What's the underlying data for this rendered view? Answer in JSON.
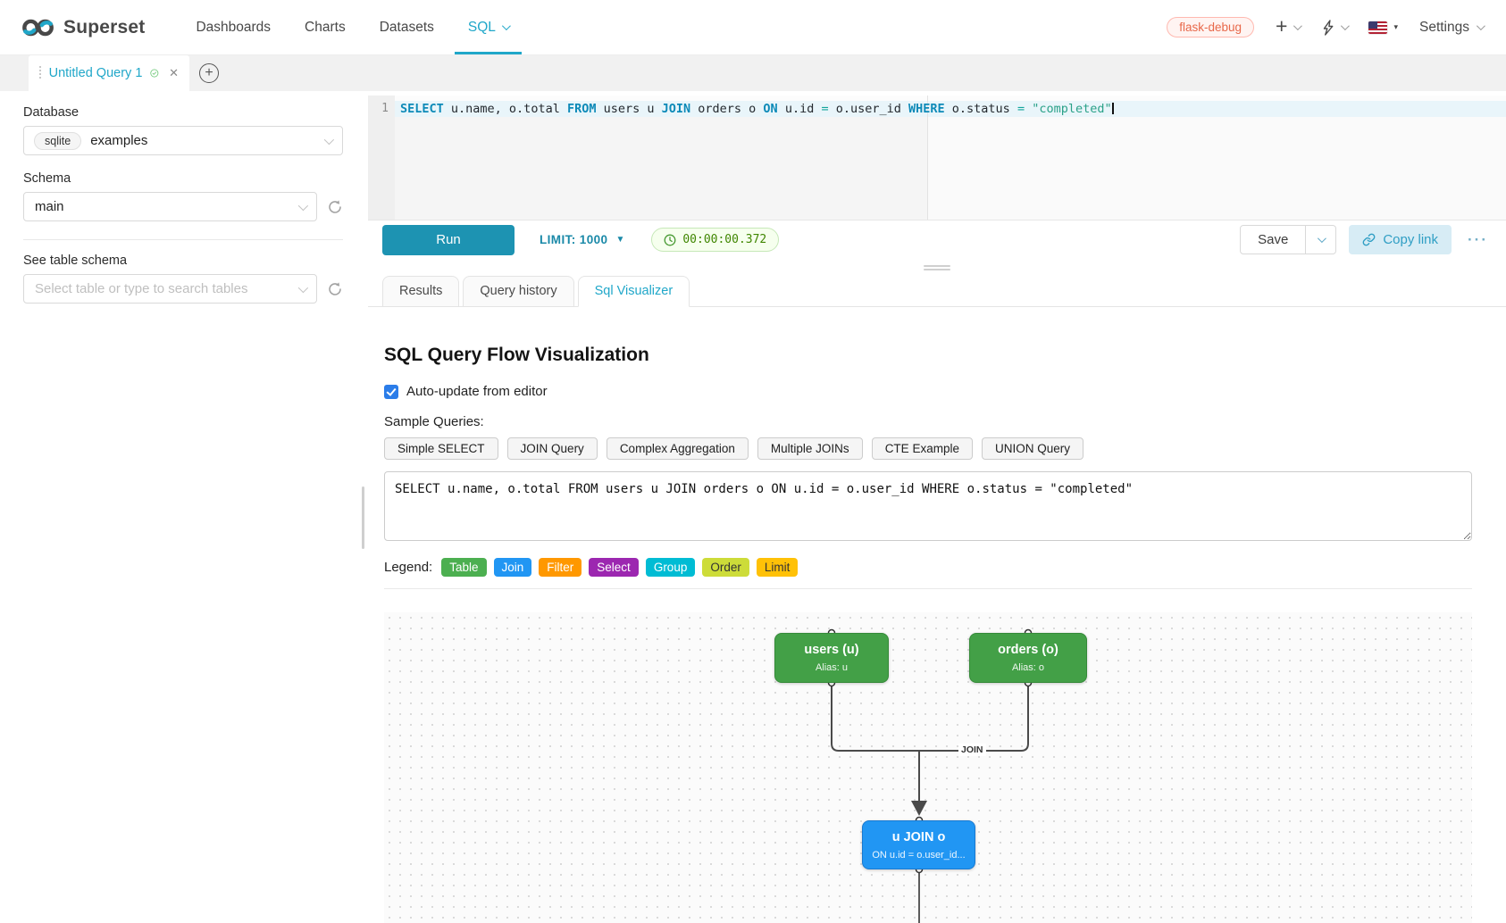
{
  "navbar": {
    "brand": "Superset",
    "menu": [
      {
        "label": "Dashboards"
      },
      {
        "label": "Charts"
      },
      {
        "label": "Datasets"
      },
      {
        "label": "SQL"
      }
    ],
    "env_tag": "flask-debug",
    "plus_glyph": "+",
    "settings_label": "Settings"
  },
  "tabstrip": {
    "tab_title": "Untitled Query 1"
  },
  "sidebar": {
    "database_label": "Database",
    "db_engine": "sqlite",
    "db_name": "examples",
    "schema_label": "Schema",
    "schema_value": "main",
    "table_label": "See table schema",
    "table_placeholder": "Select table or type to search tables"
  },
  "editor": {
    "line_number": "1",
    "tokens": [
      {
        "text": "SELECT",
        "type": "kw"
      },
      {
        "text": " u.name, o.total ",
        "type": "plain"
      },
      {
        "text": "FROM",
        "type": "kw"
      },
      {
        "text": " users u ",
        "type": "plain"
      },
      {
        "text": "JOIN",
        "type": "kw"
      },
      {
        "text": " orders o ",
        "type": "plain"
      },
      {
        "text": "ON",
        "type": "kw"
      },
      {
        "text": " u.id ",
        "type": "plain"
      },
      {
        "text": "=",
        "type": "op"
      },
      {
        "text": " o.user_id ",
        "type": "plain"
      },
      {
        "text": "WHERE",
        "type": "kw"
      },
      {
        "text": " o.status ",
        "type": "plain"
      },
      {
        "text": "=",
        "type": "op"
      },
      {
        "text": " \"completed\"",
        "type": "str"
      }
    ]
  },
  "toolbar": {
    "run_label": "Run",
    "limit_label": "LIMIT:",
    "limit_value": "1000",
    "timer": "00:00:00.372",
    "save_label": "Save",
    "copy_link_label": "Copy link",
    "more_glyph": "···"
  },
  "result_tabs": [
    {
      "label": "Results"
    },
    {
      "label": "Query history"
    },
    {
      "label": "Sql Visualizer"
    }
  ],
  "visualizer": {
    "title": "SQL Query Flow Visualization",
    "auto_update_label": "Auto-update from editor",
    "sample_label": "Sample Queries:",
    "samples": [
      "Simple SELECT",
      "JOIN Query",
      "Complex Aggregation",
      "Multiple JOINs",
      "CTE Example",
      "UNION Query"
    ],
    "query_text": "SELECT u.name, o.total FROM users u JOIN orders o ON u.id = o.user_id WHERE o.status = \"completed\"",
    "legend_label": "Legend:",
    "legend": [
      {
        "label": "Table",
        "color": "#4caf50",
        "text_color": "#ffffff"
      },
      {
        "label": "Join",
        "color": "#2196f3",
        "text_color": "#ffffff"
      },
      {
        "label": "Filter",
        "color": "#ff9800",
        "text_color": "#ffffff"
      },
      {
        "label": "Select",
        "color": "#9c27b0",
        "text_color": "#ffffff"
      },
      {
        "label": "Group",
        "color": "#00bcd4",
        "text_color": "#ffffff"
      },
      {
        "label": "Order",
        "color": "#cddc39",
        "text_color": "#333333"
      },
      {
        "label": "Limit",
        "color": "#ffc107",
        "text_color": "#333333"
      }
    ],
    "diagram": {
      "nodes": [
        {
          "title": "users (u)",
          "subtitle": "Alias: u",
          "color": "#43a047",
          "border": "#358a39"
        },
        {
          "title": "orders (o)",
          "subtitle": "Alias: o",
          "color": "#43a047",
          "border": "#358a39"
        },
        {
          "title": "u JOIN o",
          "subtitle": "ON u.id = o.user_id...",
          "color": "#2196f3",
          "border": "#1979d0"
        }
      ],
      "edge_label": "JOIN"
    }
  },
  "colors": {
    "brand_teal": "#20a7c9",
    "run_button": "#1d93b2",
    "success_green": "#3f8600"
  }
}
